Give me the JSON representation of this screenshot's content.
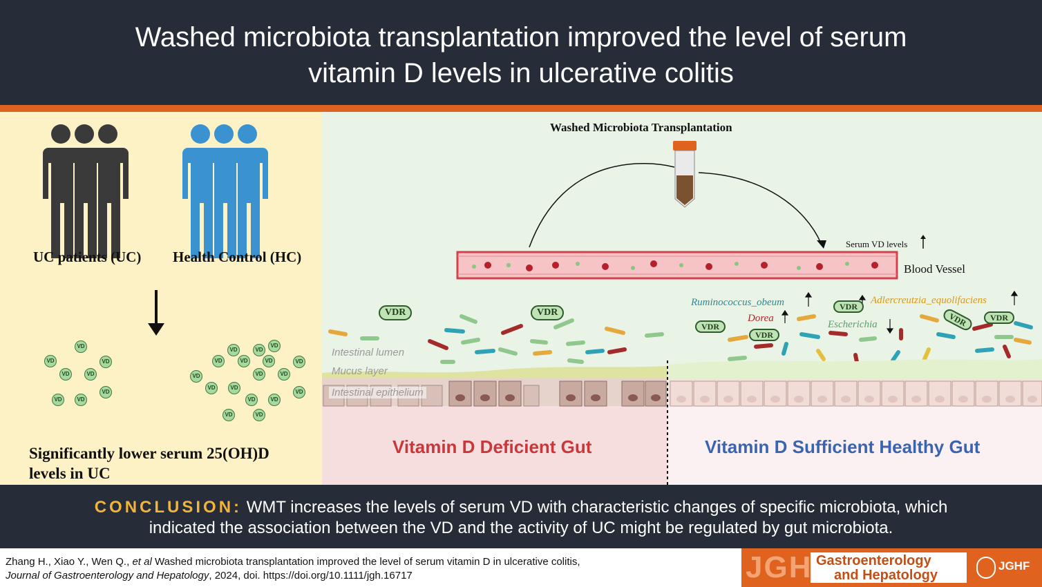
{
  "header": {
    "title_line1": "Washed microbiota transplantation improved the level of serum",
    "title_line2": "vitamin D levels in ulcerative colitis"
  },
  "left": {
    "uc_label": "UC patients (UC)",
    "hc_label": "Health Control (HC)",
    "vd_token": "VD",
    "finding_line1": "Significantly lower serum 25(OH)D",
    "finding_line2": "levels in UC",
    "colors": {
      "uc_people": "#3a3a3a",
      "hc_people": "#3a93d0",
      "panel_bg": "#fdf1c6"
    }
  },
  "right": {
    "wmt_title": "Washed Microbiota Transplantation",
    "serum_vd": "Serum VD levels",
    "blood_vessel": "Blood Vessel",
    "vdr": "VDR",
    "layers": {
      "lumen": "Intestinal lumen",
      "mucus": "Mucus layer",
      "epithelium": "Intestinal epithelium"
    },
    "bacteria": {
      "ruminococcus": "Ruminococcus_obeum",
      "dorea": "Dorea",
      "escherichia": "Escherichia",
      "adlercreutzia": "Adlercreutzia_equolifaciens"
    },
    "deficient_gut": "Vitamin D Deficient Gut",
    "sufficient_gut": "Vitamin D Sufficient Healthy Gut",
    "colors": {
      "deficient": "#c8373a",
      "sufficient": "#3a64b0",
      "panel_bg": "#e9f3e6"
    }
  },
  "conclusion": {
    "keyword": "CONCLUSION:",
    "line1": " WMT increases the levels of serum VD with characteristic changes of specific microbiota, which",
    "line2": "indicated the association between the VD and the activity of UC might be regulated by gut microbiota."
  },
  "footer": {
    "authors": "Zhang H., Xiao Y., Wen Q., ",
    "et_al": "et al",
    "title": " Washed microbiota transplantation improved the level of serum vitamin D in ulcerative colitis,",
    "journal": "Journal of Gastroenterology and Hepatology",
    "details": ", 2024, doi. https://doi.org/10.1111/jgh.16717",
    "logo_big": "JGH",
    "logo_line1": "Gastroenterology",
    "logo_line2": "and Hepatology",
    "logo_small": "JGHF",
    "colors": {
      "brand": "#e0621f"
    }
  }
}
